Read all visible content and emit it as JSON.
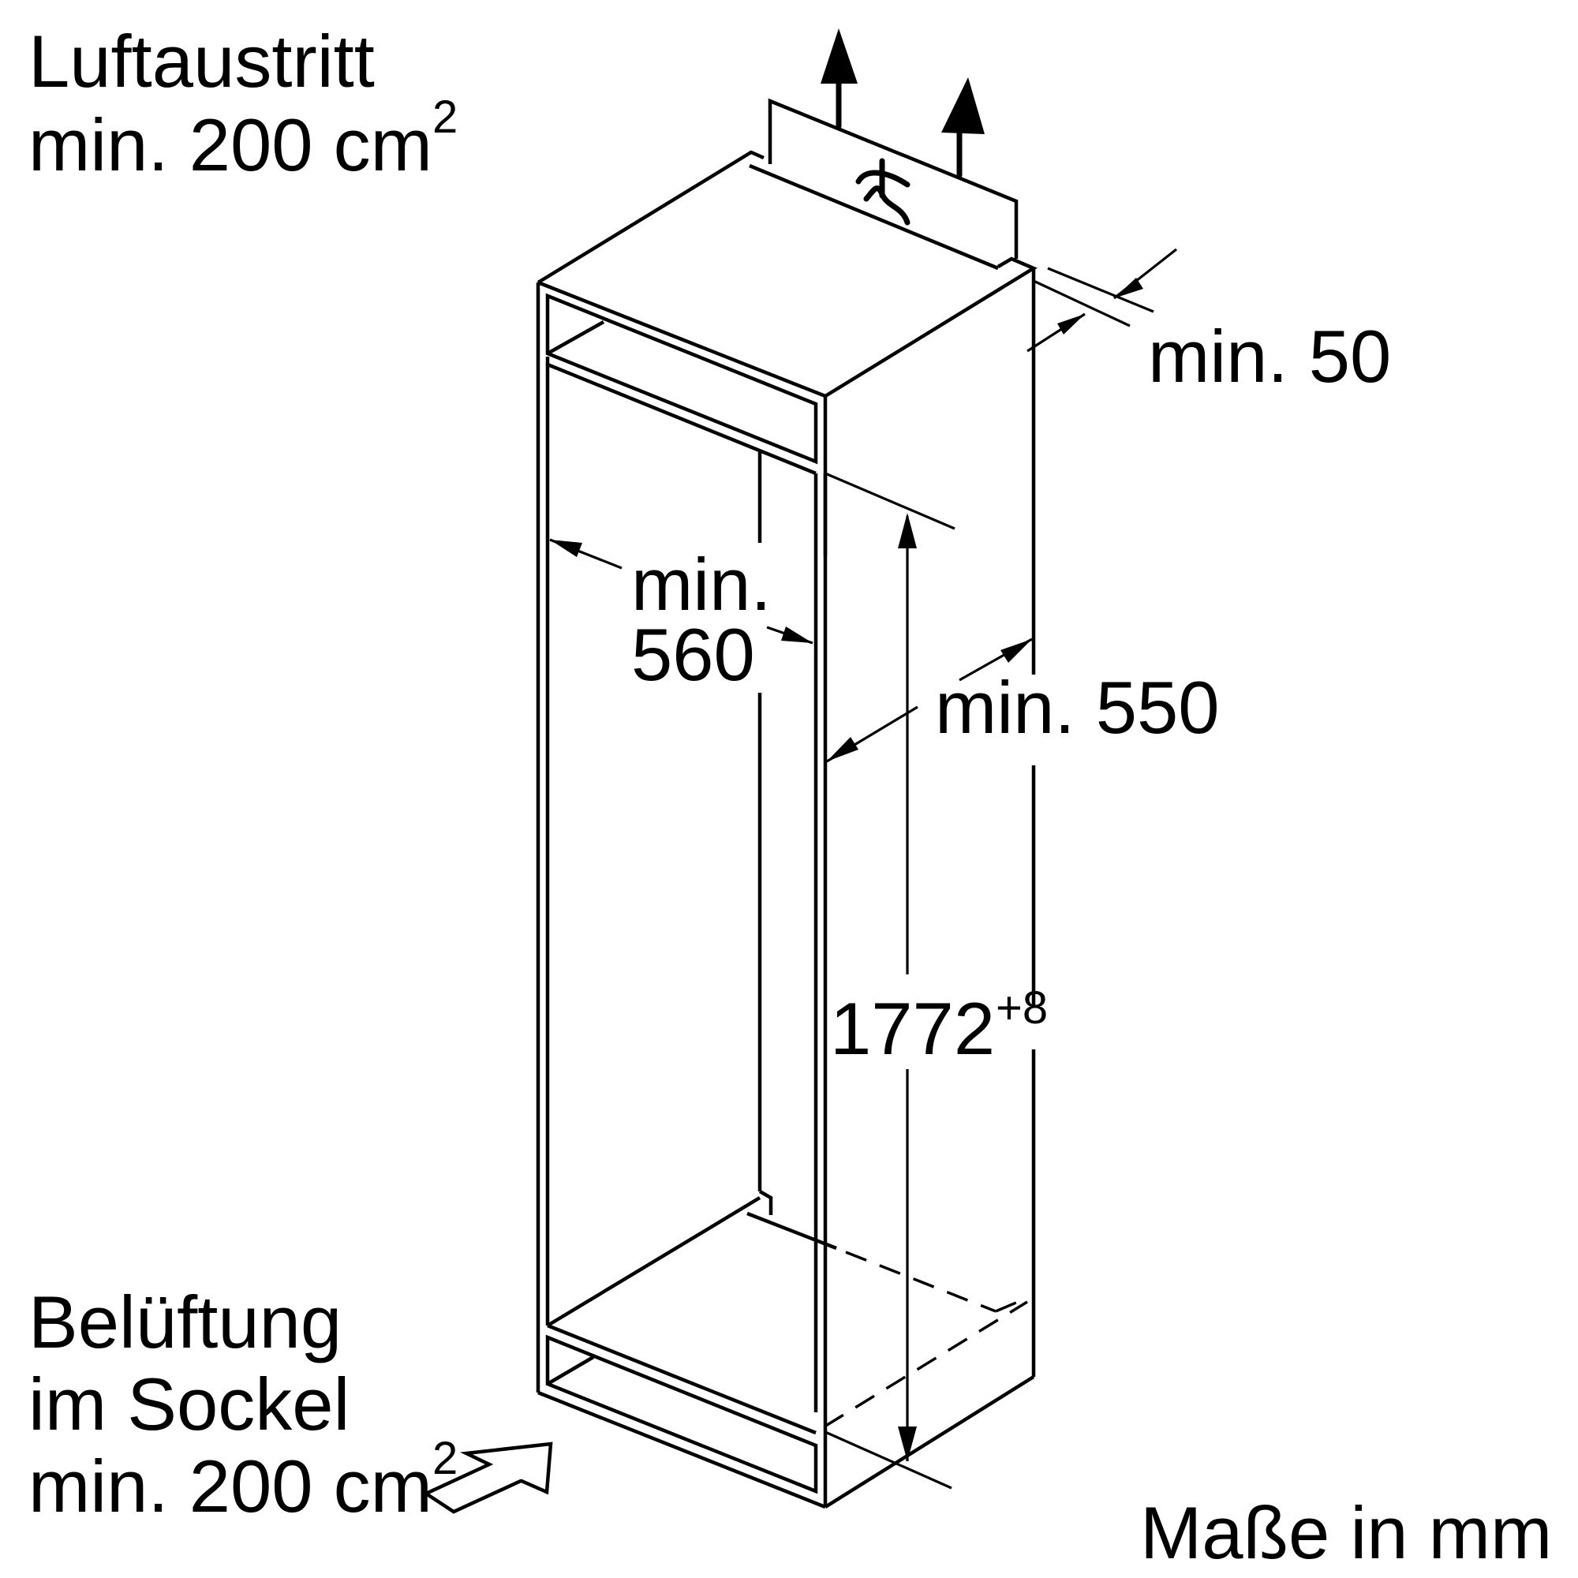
{
  "labels": {
    "air_outlet_line1": "Luftaustritt",
    "air_outlet_line2": "min. 200 cm",
    "air_outlet_sup": "2",
    "ventilation_line1": "Belüftung",
    "ventilation_line2": "im Sockel",
    "ventilation_line3": "min. 200 cm",
    "ventilation_sup": "2",
    "units": "Maße in mm"
  },
  "dimensions": {
    "gap_top": "min. 50",
    "width_line1": "min.",
    "width_line2": "560",
    "depth": "min. 550",
    "height": "1772",
    "height_tolerance": "+8"
  },
  "colors": {
    "line": "#000000",
    "background": "#ffffff"
  }
}
